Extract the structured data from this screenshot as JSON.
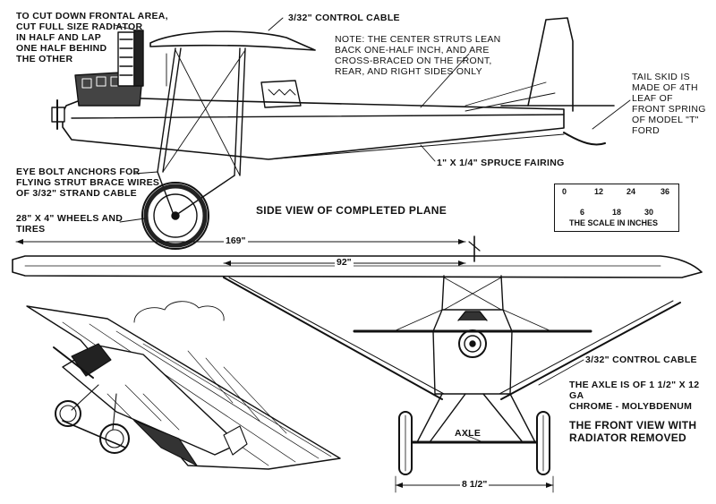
{
  "notes": {
    "radiator": "TO CUT DOWN FRONTAL AREA,\nCUT FULL SIZE RADIATOR\nIN HALF AND LAP\nONE HALF BEHIND\nTHE OTHER",
    "control_cable_top": "3/32\" CONTROL CABLE",
    "center_struts": "NOTE: THE CENTER STRUTS LEAN\nBACK ONE-HALF INCH, AND ARE\nCROSS-BRACED ON THE FRONT,\nREAR, AND RIGHT SIDES ONLY",
    "tail_skid": "TAIL SKID IS\nMADE OF 4TH\nLEAF OF\nFRONT SPRING\nOF MODEL \"T\"\nFORD",
    "spruce_fairing": "1\" X 1/4\" SPRUCE FAIRING",
    "eye_bolt": "EYE BOLT ANCHORS FOR\nFLYING STRUT BRACE WIRES\nOF 3/32\" STRAND CABLE",
    "wheels": "28\" X 4\" WHEELS AND\nTIRES",
    "side_view_title": "SIDE VIEW OF COMPLETED PLANE",
    "control_cable_front": "3/32\" CONTROL CABLE",
    "axle_note": "THE AXLE IS OF 1 1/2\" X 12 GA\nCHROME - MOLYBDENUM",
    "front_view_title": "THE FRONT VIEW WITH\nRADIATOR REMOVED",
    "axle_label": "AXLE"
  },
  "dimensions": {
    "span": "169\"",
    "center": "92\"",
    "track": "8 1/2\""
  },
  "scale": {
    "caption": "THE SCALE IN INCHES",
    "top_ticks": [
      "0",
      "12",
      "24",
      "36"
    ],
    "bottom_ticks": [
      "6",
      "18",
      "30"
    ]
  }
}
